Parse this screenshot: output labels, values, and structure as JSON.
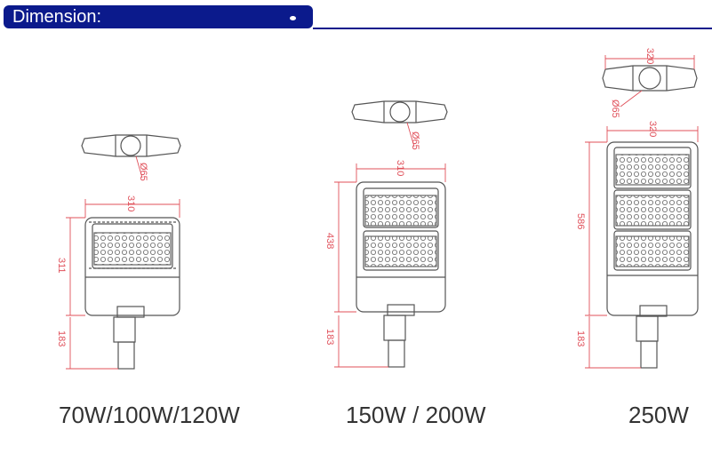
{
  "header": {
    "title": "Dimension:",
    "bar_color": "#0b1a8c"
  },
  "models": [
    {
      "caption": "70W/100W/120W",
      "dims": {
        "diameter": "Ø65",
        "width": "310",
        "height": "311",
        "bracket": "183"
      }
    },
    {
      "caption": "150W / 200W",
      "dims": {
        "diameter": "Ø65",
        "width": "310",
        "height": "438",
        "bracket": "183"
      }
    },
    {
      "caption": "250W",
      "dims": {
        "diameter": "Ø65",
        "width": "320",
        "width_top": "320",
        "height": "586",
        "bracket": "183"
      }
    }
  ],
  "colors": {
    "line": "#555555",
    "dimension": "#e0505a"
  }
}
